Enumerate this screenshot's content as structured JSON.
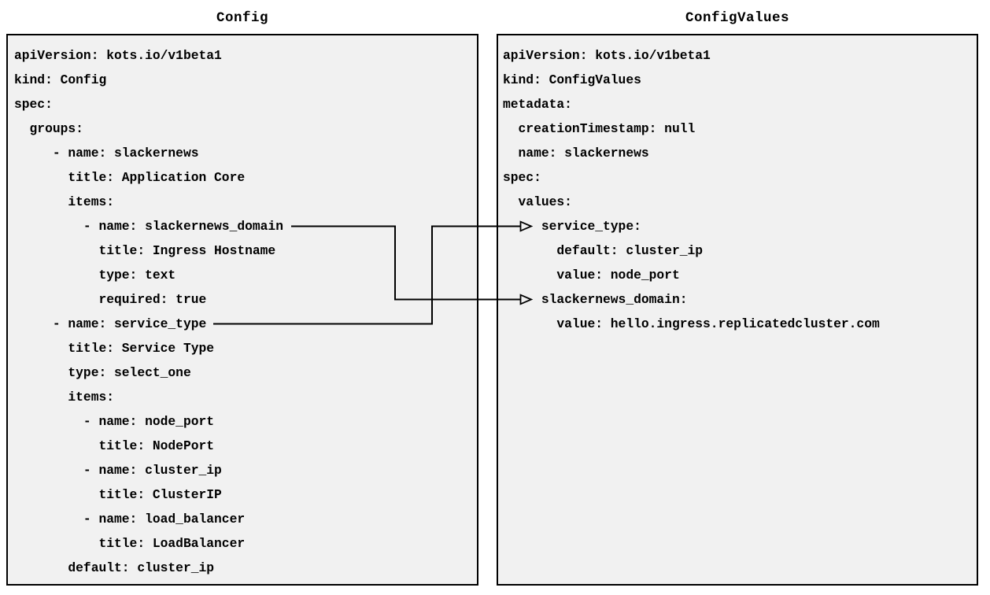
{
  "left_panel": {
    "title": "Config",
    "yaml_lines": [
      "apiVersion: kots.io/v1beta1",
      "kind: Config",
      "spec:",
      "  groups:",
      "     - name: slackernews",
      "       title: Application Core",
      "       items:",
      "         - name: slackernews_domain",
      "           title: Ingress Hostname",
      "           type: text",
      "           required: true",
      "     - name: service_type",
      "       title: Service Type",
      "       type: select_one",
      "       items:",
      "         - name: node_port",
      "           title: NodePort",
      "         - name: cluster_ip",
      "           title: ClusterIP",
      "         - name: load_balancer",
      "           title: LoadBalancer",
      "       default: cluster_ip"
    ]
  },
  "right_panel": {
    "title": "ConfigValues",
    "yaml_lines": [
      "apiVersion: kots.io/v1beta1",
      "kind: ConfigValues",
      "metadata:",
      "  creationTimestamp: null",
      "  name: slackernews",
      "spec:",
      "  values:",
      "     service_type:",
      "       default: cluster_ip",
      "       value: node_port",
      "     slackernews_domain:",
      "       value: hello.ingress.replicatedcluster.com"
    ]
  },
  "connections": [
    {
      "from_panel": "Config",
      "from_key": "slackernews_domain",
      "to_panel": "ConfigValues",
      "to_key": "slackernews_domain"
    },
    {
      "from_panel": "Config",
      "from_key": "service_type",
      "to_panel": "ConfigValues",
      "to_key": "service_type"
    }
  ],
  "colors": {
    "page_bg": "#ffffff",
    "panel_bg": "#f1f1f1",
    "panel_border": "#000000",
    "text": "#000000",
    "arrow": "#000000"
  }
}
